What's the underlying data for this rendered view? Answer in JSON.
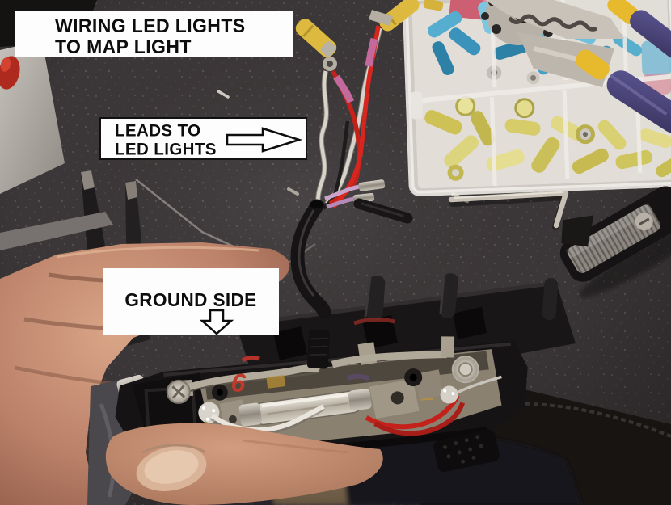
{
  "annotations": {
    "title": {
      "line1": "WIRING LED LIGHTS",
      "line2": "TO MAP LIGHT"
    },
    "leads": {
      "line1": "LEADS TO",
      "line2": "LED LIGHTS",
      "arrow_icon": "arrow-right"
    },
    "ground": {
      "label": "GROUND SIDE",
      "arrow_icon": "arrow-down"
    }
  },
  "photo": {
    "marking": {
      "text": "6",
      "color": "#c03a2b"
    },
    "objects": [
      "hand-holding-map-light-fixture",
      "festoon-bulb",
      "tweezers",
      "red-and-white-lead-wires",
      "yellow-butt-connectors",
      "pink-heat-shrink",
      "black-heat-shrink-tube",
      "terminal-organizer-box",
      "blue-terminals",
      "yellow-terminals",
      "crimping-pliers",
      "allen-key",
      "map-light-lens",
      "desk-mat"
    ],
    "palette": {
      "mat": "#3b3637",
      "wire_red": "#c5211b",
      "wire_white": "#d8d3c9",
      "heat_shrink_black": "#151313",
      "heat_shrink_pink": "#c4699c",
      "connector_yellow": "#d8cd6d",
      "connector_blue": "#4aa2c8",
      "handle_purple": "#48427a",
      "handle_yellow": "#e7ba2e",
      "skin": "#c89078"
    }
  }
}
